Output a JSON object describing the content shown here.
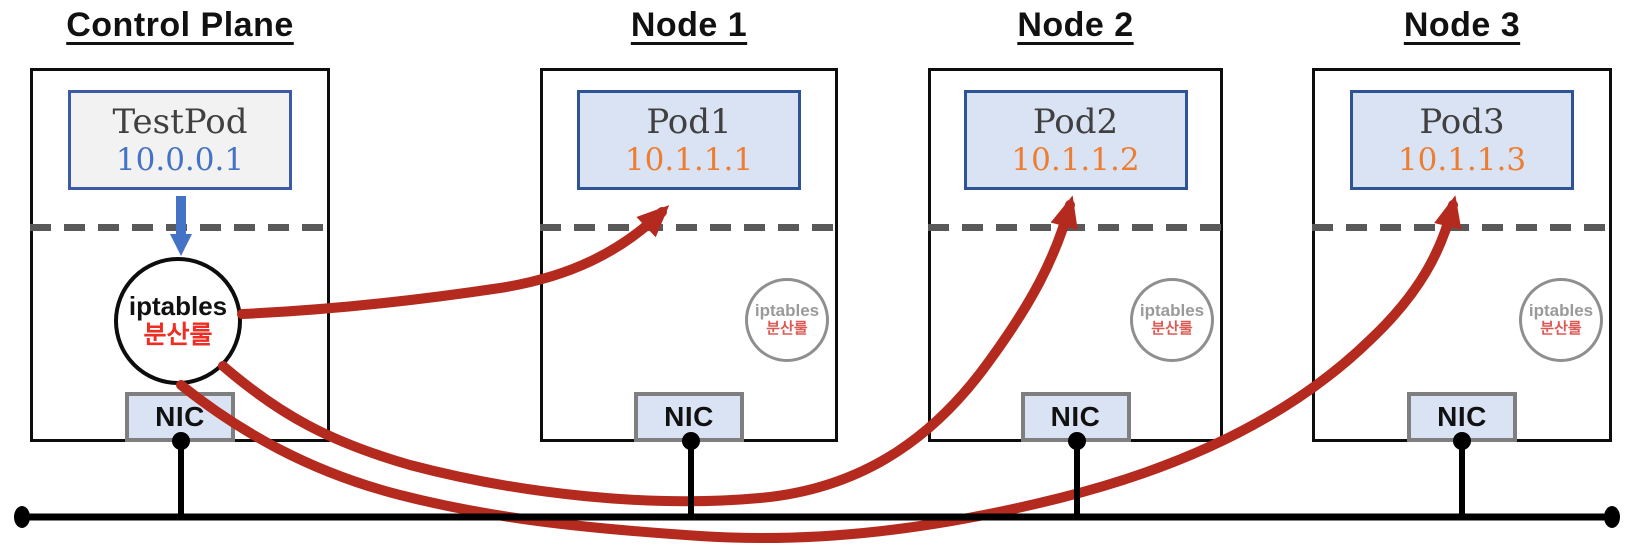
{
  "nodes": [
    {
      "title": "Control Plane",
      "pod": {
        "name": "TestPod",
        "ip": "10.0.0.1"
      },
      "iptables": {
        "title": "iptables",
        "subtitle": "분산룰"
      },
      "nic": "NIC"
    },
    {
      "title": "Node 1",
      "pod": {
        "name": "Pod1",
        "ip": "10.1.1.1"
      },
      "iptables": {
        "title": "iptables",
        "subtitle": "분산룰"
      },
      "nic": "NIC"
    },
    {
      "title": "Node 2",
      "pod": {
        "name": "Pod2",
        "ip": "10.1.1.2"
      },
      "iptables": {
        "title": "iptables",
        "subtitle": "분산룰"
      },
      "nic": "NIC"
    },
    {
      "title": "Node 3",
      "pod": {
        "name": "Pod3",
        "ip": "10.1.1.3"
      },
      "iptables": {
        "title": "iptables",
        "subtitle": "분산룰"
      },
      "nic": "NIC"
    }
  ],
  "colors": {
    "route_red": "#b42a1e",
    "arrow_blue": "#4472c4",
    "ip_blue": "#4472c4",
    "ip_orange": "#ed7d31",
    "label_red": "#ee2e22",
    "muted_label_red": "#da5a55",
    "muted_gray": "#9a9a9a",
    "bus_black": "#000000"
  }
}
